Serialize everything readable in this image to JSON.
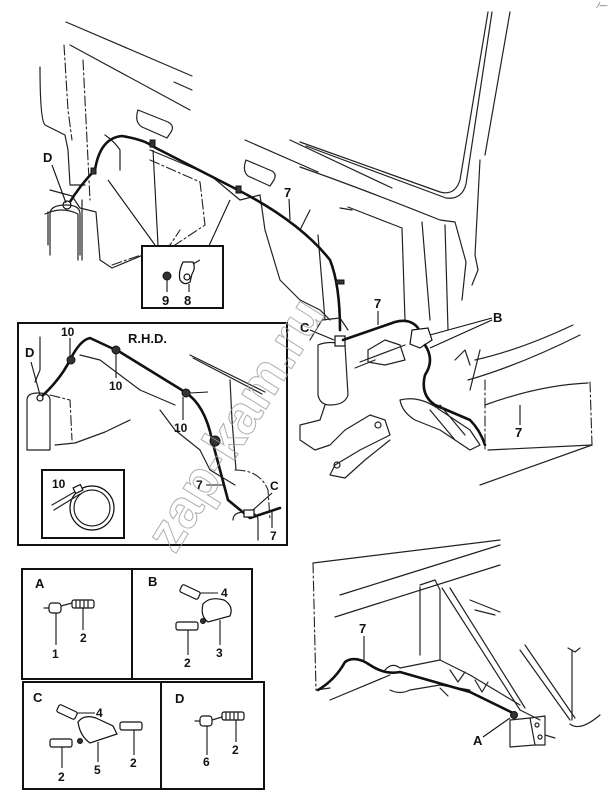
{
  "diagram": {
    "title": "Windscreen / headlamp washer hose routing",
    "watermark": "zap-kam.ru",
    "main_view": {
      "callouts": {
        "d": "D",
        "c": "C",
        "b": "B",
        "hose_upper": "7",
        "hose_mid": "7",
        "hose_right": "7"
      },
      "clip_inset": {
        "clip_nut": "9",
        "clip": "8"
      }
    },
    "rhd_inset": {
      "title": "R.H.D.",
      "callouts": {
        "d": "D",
        "clip_1": "10",
        "clip_2": "10",
        "clip_3": "10",
        "hose_a": "7",
        "hose_b": "7",
        "c": "C"
      },
      "clip_detail": {
        "label": "10"
      }
    },
    "rear_view": {
      "callouts": {
        "hose": "7",
        "a": "A"
      }
    },
    "detail_panels": [
      {
        "id": "A",
        "parts": [
          "1",
          "2"
        ]
      },
      {
        "id": "B",
        "parts": [
          "4",
          "2",
          "3"
        ]
      },
      {
        "id": "C",
        "parts": [
          "4",
          "2",
          "5",
          "2"
        ]
      },
      {
        "id": "D",
        "parts": [
          "6",
          "2"
        ]
      }
    ],
    "corner_mark": "⁄—"
  }
}
